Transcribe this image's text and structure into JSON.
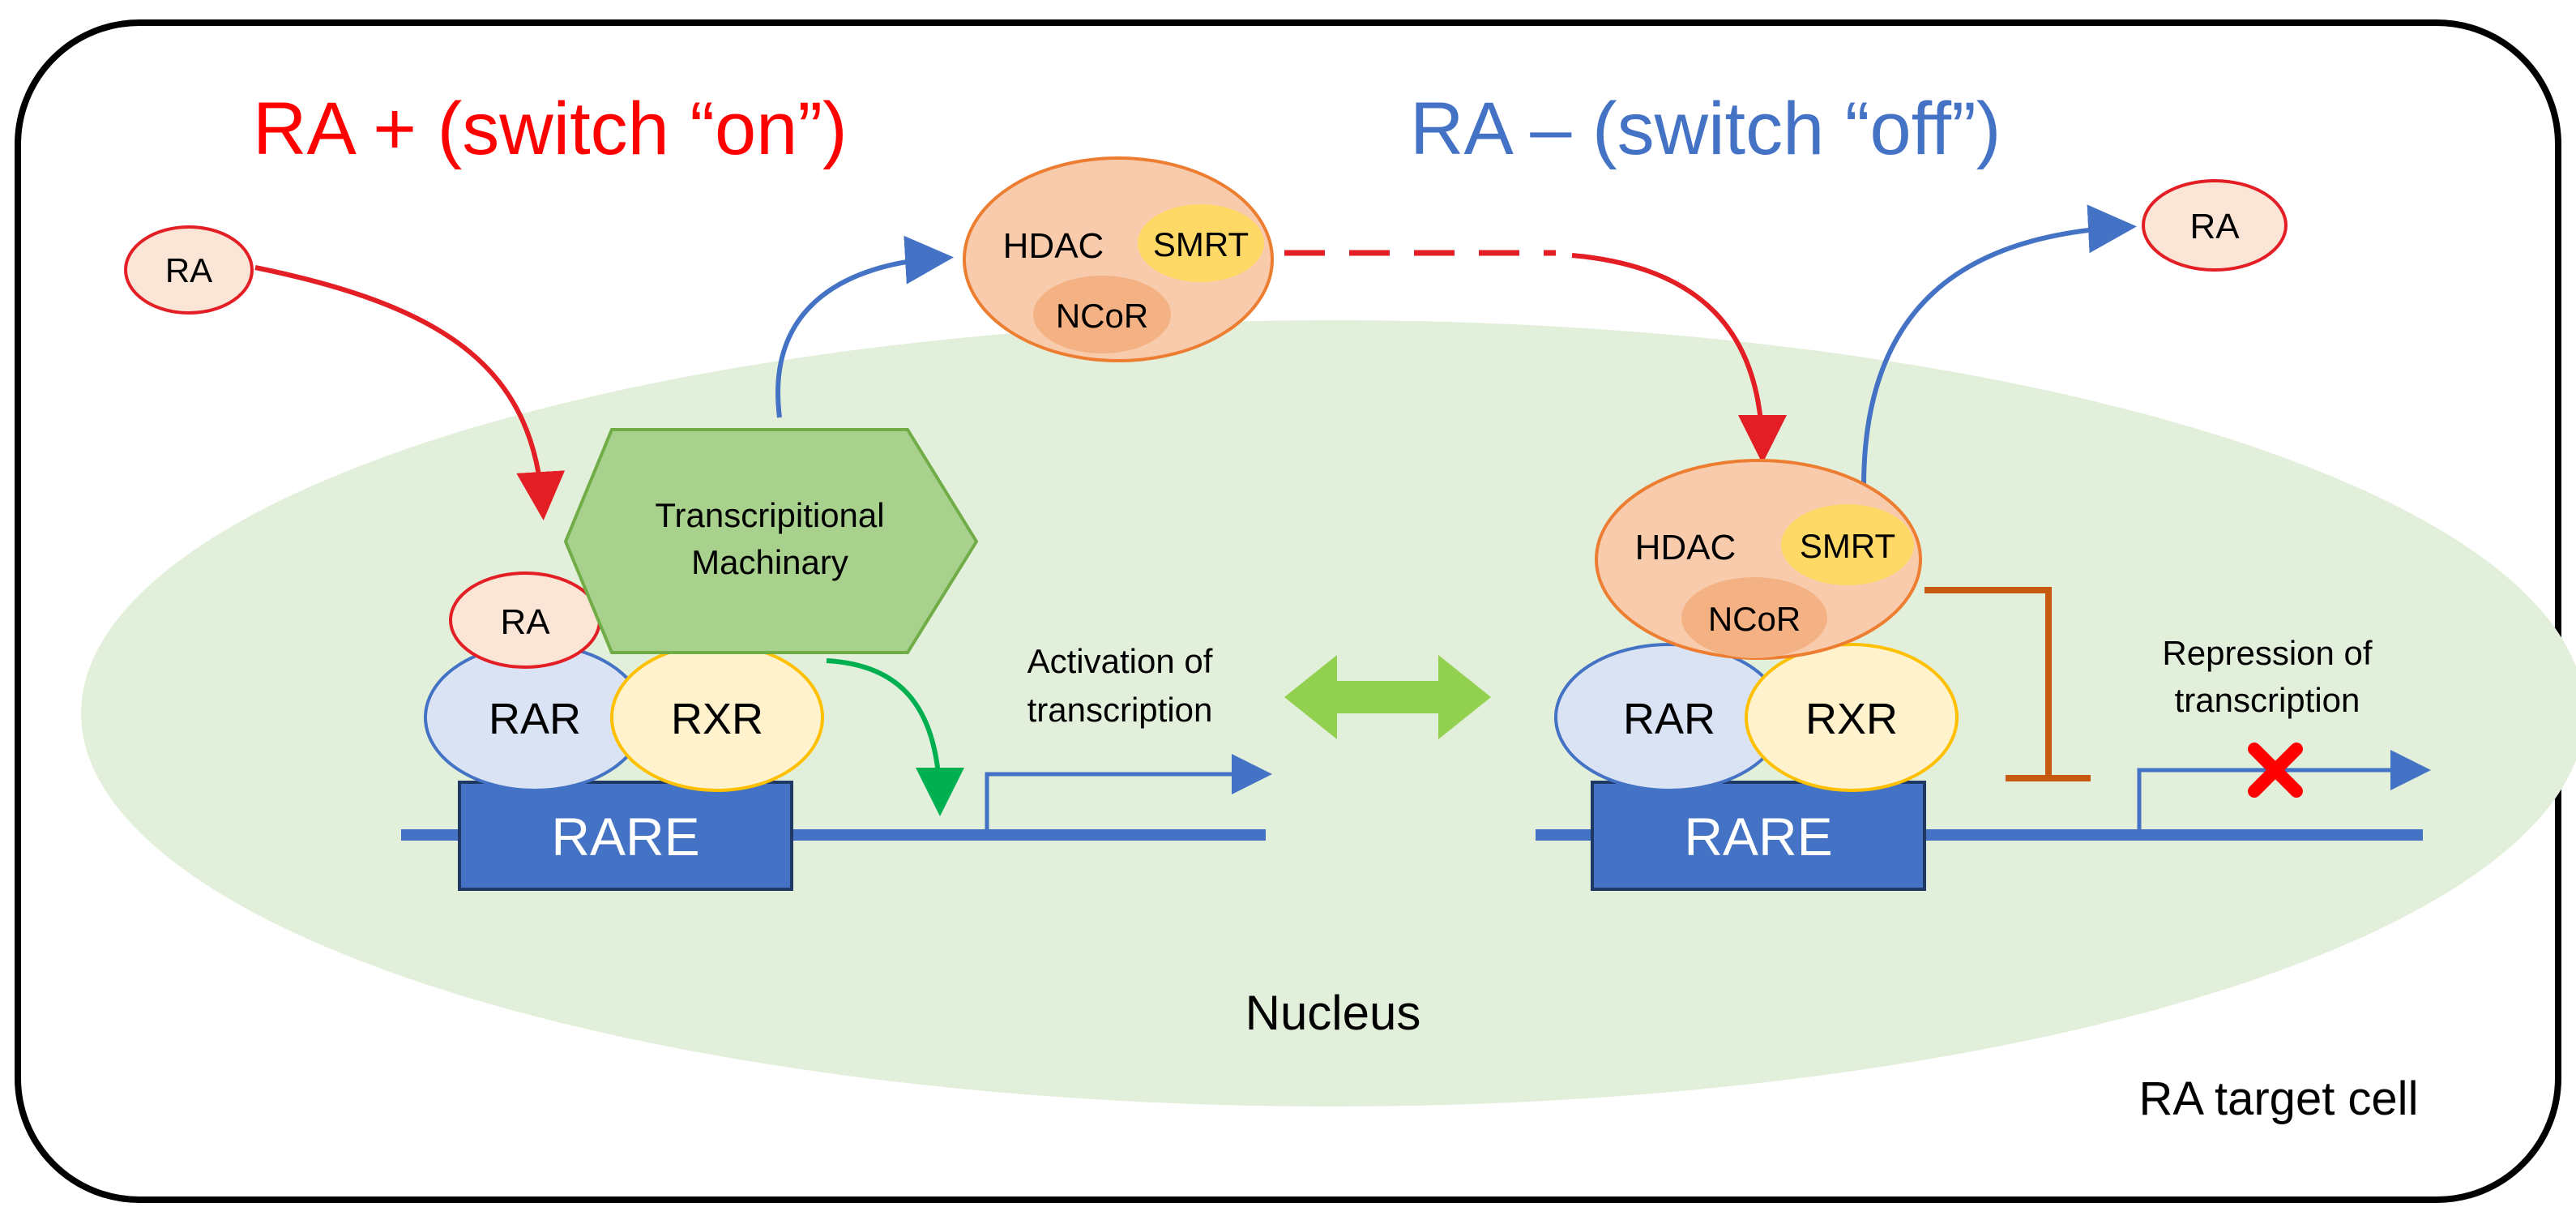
{
  "headings": {
    "left": "RA + (switch “on”)",
    "right": "RA – (switch “off”)"
  },
  "labels": {
    "ra": "RA",
    "hdac": "HDAC",
    "smrt": "SMRT",
    "ncor": "NCoR",
    "rar": "RAR",
    "rxr": "RXR",
    "rare": "RARE",
    "machinery_line1": "Transcripitional",
    "machinery_line2": "Machinary",
    "activation_line1": "Activation of",
    "activation_line2": "transcription",
    "repression_line1": "Repression of",
    "repression_line2": "transcription",
    "nucleus": "Nucleus",
    "cell": "RA target cell"
  },
  "colors": {
    "on_heading": "#ff0000",
    "off_heading": "#4472c4",
    "nucleus_fill": "#e2efda",
    "dna": "#4472c4",
    "rare_box": "#4472c4",
    "ra_fill": "#fbe5d6",
    "ra_stroke": "#e31e24",
    "hdac_fill": "#f8cbad",
    "hdac_stroke": "#ed7d31",
    "smrt_fill": "#ffd966",
    "ncor_fill": "#f4b183",
    "rar_fill": "#dae3f3",
    "rxr_fill": "#fff2cc",
    "rxr_stroke": "#ffc000",
    "machinery_fill": "#a9d18e",
    "machinery_stroke": "#70ad47",
    "double_arrow": "#92d050",
    "repress_bar": "#c55a11",
    "cross": "#ff0000"
  }
}
